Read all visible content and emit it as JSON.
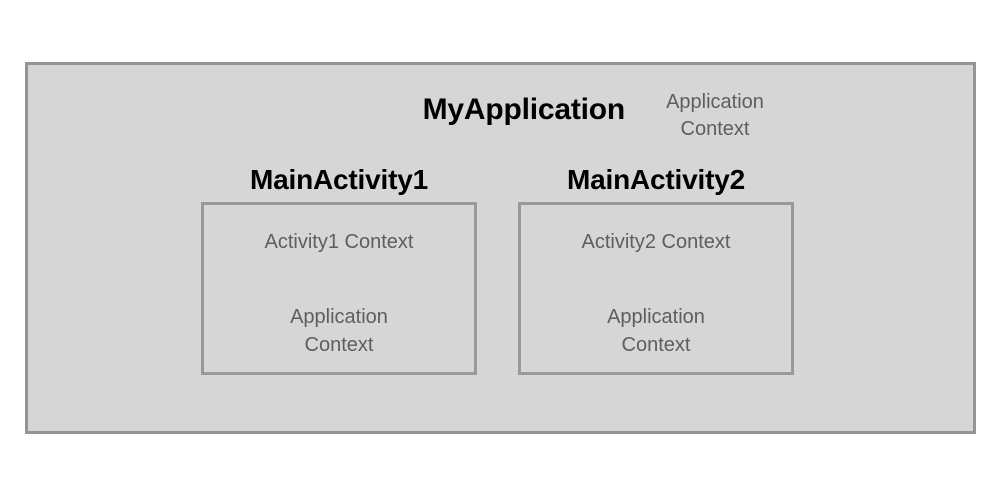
{
  "diagram": {
    "type": "android-context-hierarchy",
    "background_color": "#ffffff",
    "container_fill": "#d6d6d6",
    "container_border_color": "#949494",
    "box_border_color": "#999999",
    "title_color": "#000000",
    "label_color": "#5e5e5e",
    "application": {
      "title": "MyApplication",
      "context_label_line1": "Application",
      "context_label_line2": "Context"
    },
    "activities": [
      {
        "title": "MainActivity1",
        "activity_context": "Activity1 Context",
        "application_context_line1": "Application",
        "application_context_line2": "Context"
      },
      {
        "title": "MainActivity2",
        "activity_context": "Activity2 Context",
        "application_context_line1": "Application",
        "application_context_line2": "Context"
      }
    ]
  }
}
